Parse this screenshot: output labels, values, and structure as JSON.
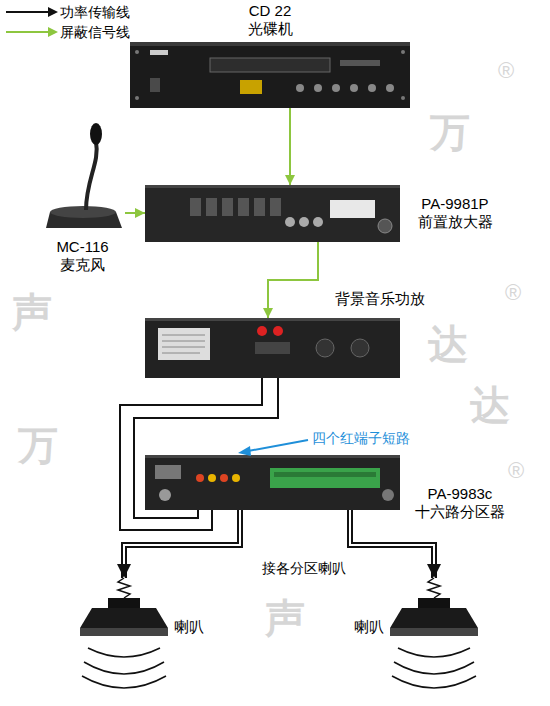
{
  "diagram": {
    "nodes": [
      {
        "text": [
          "CD 22 光碟机"
        ]
      },
      {
        "text": [
          "MC-116 麦克风"
        ]
      },
      {
        "text": [
          "PA-9981P 前置放大器"
        ]
      },
      {
        "text": [
          "背景音乐功放"
        ]
      },
      {
        "text": [
          "PA-9983c 十六路分区器"
        ]
      },
      {
        "text": [
          "喇叭"
        ]
      },
      {
        "text": [
          "喇叭"
        ]
      }
    ],
    "edges": [
      {
        "from": 0,
        "to": 2,
        "arrow": "to"
      },
      {
        "from": 1,
        "to": 2,
        "arrow": "to"
      },
      {
        "from": 2,
        "to": 3,
        "arrow": "to"
      },
      {
        "from": 3,
        "to": 4,
        "arrow": "none"
      },
      {
        "from": 3,
        "to": 4,
        "arrow": "none"
      },
      {
        "from": 4,
        "to": 5,
        "arrow": "to"
      },
      {
        "from": 4,
        "to": 6,
        "arrow": "to"
      }
    ],
    "labels": [
      "四个红端子短路",
      "接各分区喇叭",
      "万",
      "®",
      "声",
      "达",
      "®",
      "万",
      "声",
      "达",
      "®"
    ],
    "legend": [
      {
        "text": "功率传输线"
      },
      {
        "text": "屏蔽信号线"
      }
    ]
  }
}
